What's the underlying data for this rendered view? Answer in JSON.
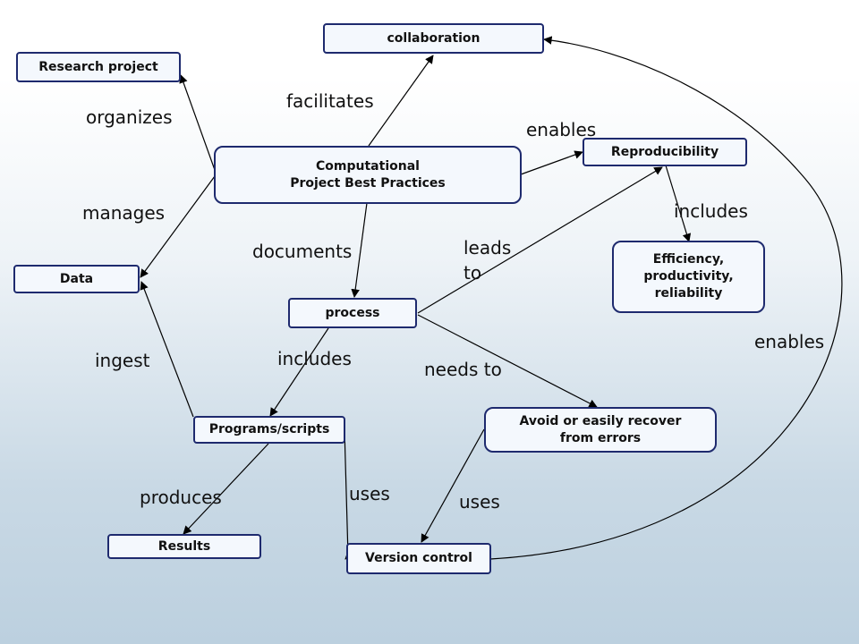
{
  "nodes": {
    "collaboration": "collaboration",
    "research_project": "Research project",
    "best_practices": "Computational\nProject Best Practices",
    "reproducibility": "Reproducibility",
    "efficiency": "Efficiency,\nproductivity,\nreliability",
    "data": "Data",
    "process": "process",
    "programs_scripts": "Programs/scripts",
    "avoid_errors": "Avoid or easily recover\nfrom errors",
    "results": "Results",
    "version_control": "Version control"
  },
  "edges": {
    "facilitates": "facilitates",
    "organizes": "organizes",
    "enables_repro": "enables",
    "manages": "manages",
    "includes_eff": "includes",
    "documents": "documents",
    "leads_to": "leads\nto",
    "enables_collab": "enables",
    "ingest": "ingest",
    "includes_prog": "includes",
    "needs_to": "needs to",
    "produces": "produces",
    "uses_prog": "uses",
    "uses_avoid": "uses"
  }
}
